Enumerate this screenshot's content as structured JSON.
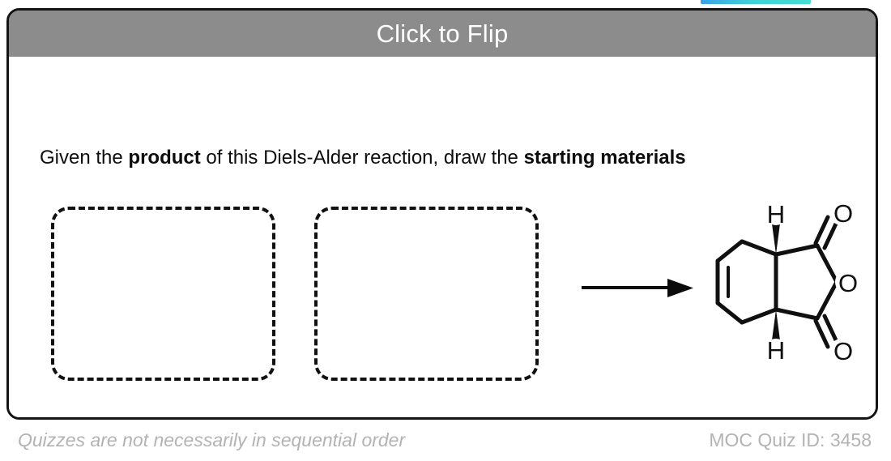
{
  "accent": {
    "bar_color_start": "#3aa2e8",
    "bar_color_end": "#45e0d2"
  },
  "card": {
    "header": {
      "title": "Click to Flip",
      "background_color": "#8c8c8c",
      "text_color": "#ffffff"
    },
    "border_color": "#141414",
    "background_color": "#ffffff",
    "prompt": {
      "segment_1": "Given the ",
      "segment_2_bold": "product",
      "segment_3": " of this Diels-Alder reaction, draw the ",
      "segment_4_bold": "starting materials",
      "full_text": "Given the product of this Diels-Alder reaction, draw the starting materials"
    },
    "reactant_slots": [
      {
        "label": "reactant-slot-1",
        "content": ""
      },
      {
        "label": "reactant-slot-2",
        "content": ""
      }
    ],
    "arrow": {
      "name": "reaction-arrow",
      "direction": "right",
      "color": "#000000"
    },
    "product": {
      "name": "cis-4-cyclohexene-1,2-dicarboxylic-anhydride",
      "atom_labels": {
        "h_top": "H",
        "h_bottom": "H",
        "o_ring": "O",
        "o_carbonyl_top": "O",
        "o_carbonyl_bottom": "O"
      },
      "stereochemistry": "cis (both H on wedge bonds)",
      "bond_color": "#101010"
    }
  },
  "footer": {
    "note": "Quizzes are not necessarily in sequential order",
    "quiz_id_label": "MOC Quiz ID: 3458",
    "text_color": "#b3b3b3"
  }
}
